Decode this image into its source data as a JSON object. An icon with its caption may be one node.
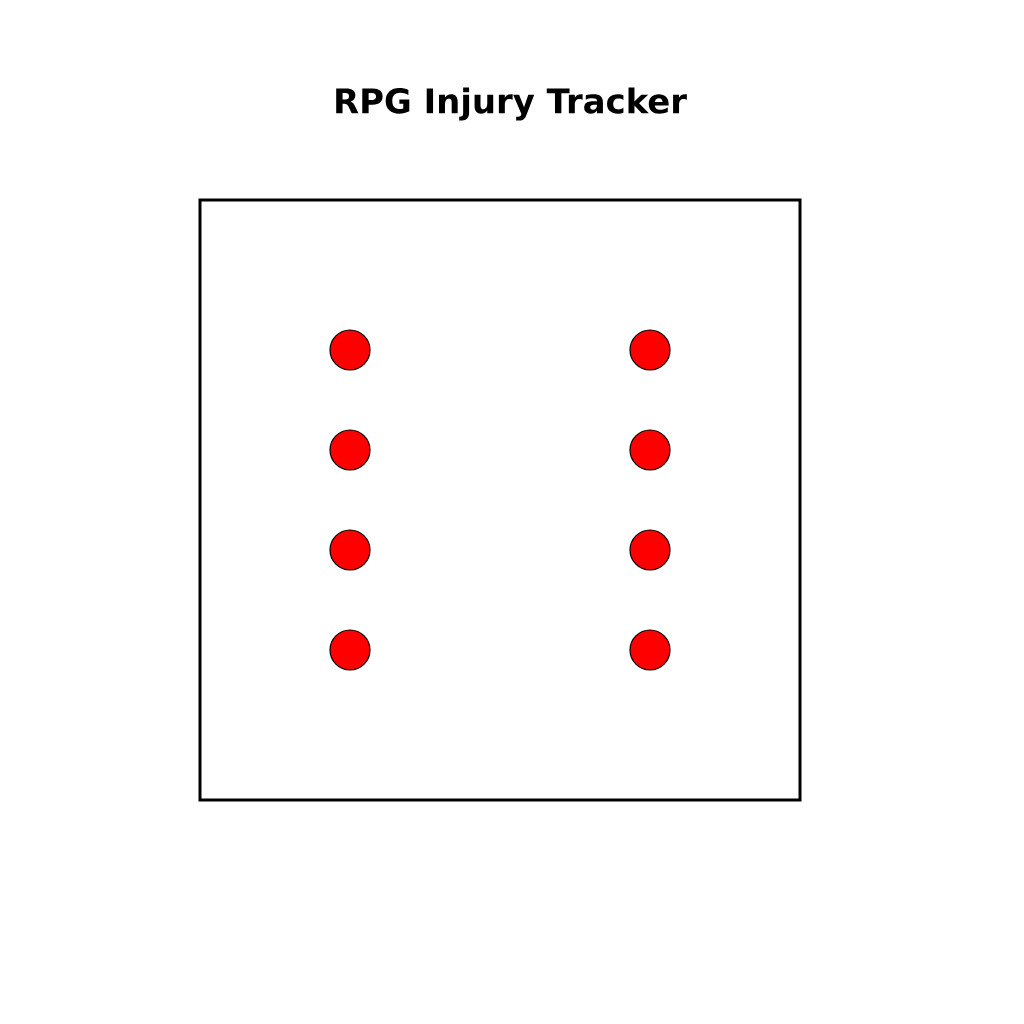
{
  "diagram": {
    "title": "RPG Injury Tracker",
    "nodes": [
      {
        "text": [],
        "shape": "box"
      },
      {
        "text": [],
        "shape": "circle",
        "in": 0
      },
      {
        "text": [],
        "shape": "circle",
        "in": 0
      },
      {
        "text": [],
        "shape": "circle",
        "in": 0
      },
      {
        "text": [],
        "shape": "circle",
        "in": 0
      },
      {
        "text": [],
        "shape": "circle",
        "in": 0
      },
      {
        "text": [],
        "shape": "circle",
        "in": 0
      },
      {
        "text": [],
        "shape": "circle",
        "in": 0
      },
      {
        "text": [],
        "shape": "circle",
        "in": 0
      }
    ]
  }
}
